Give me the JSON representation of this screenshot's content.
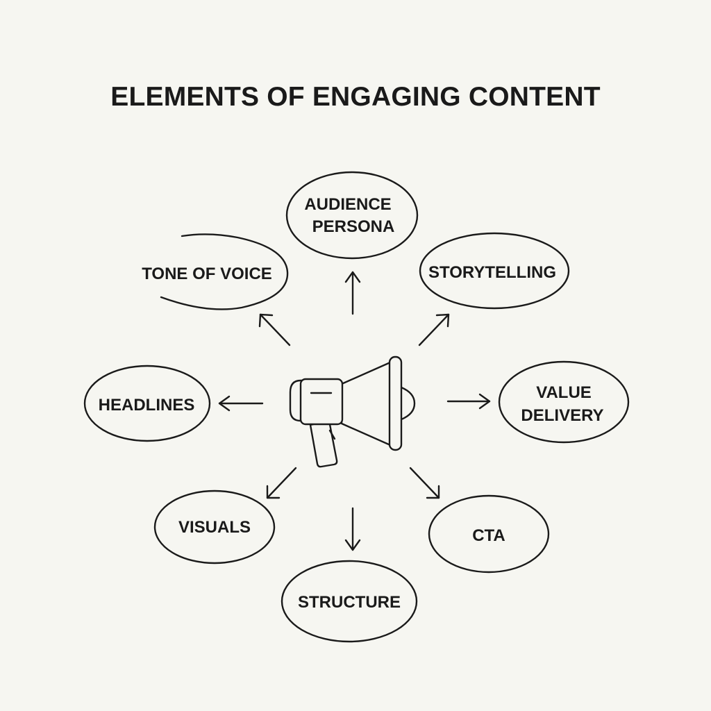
{
  "title": "ELEMENTS OF ENGAGING CONTENT",
  "center": {
    "icon": "megaphone-icon"
  },
  "nodes": [
    {
      "id": "audience-persona",
      "lines": [
        "AUDIENCE",
        "PERSONA"
      ]
    },
    {
      "id": "tone-of-voice",
      "lines": [
        "TONE OF VOICE"
      ]
    },
    {
      "id": "storytelling",
      "lines": [
        "STORYTELLING"
      ]
    },
    {
      "id": "headlines",
      "lines": [
        "HEADLINES"
      ]
    },
    {
      "id": "value-delivery",
      "lines": [
        "VALUE",
        "DELIVERY"
      ]
    },
    {
      "id": "visuals",
      "lines": [
        "VISUALS"
      ]
    },
    {
      "id": "cta",
      "lines": [
        "CTA"
      ]
    },
    {
      "id": "structure",
      "lines": [
        "STRUCTURE"
      ]
    }
  ],
  "colors": {
    "ink": "#1a1a1a",
    "background": "#f6f6f1"
  }
}
